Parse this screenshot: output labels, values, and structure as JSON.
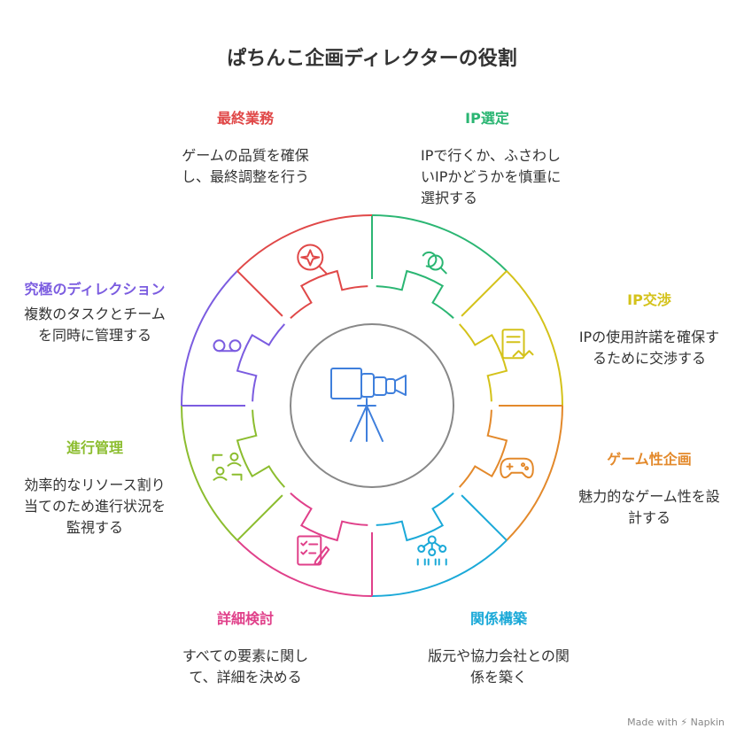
{
  "title": "ぱちんこ企画ディレクターの役割",
  "center": {
    "icon": "video-camera-on-tripod-icon"
  },
  "segments": [
    {
      "heading": "IP選定",
      "description": "IPで行くか、ふさわしいIPかどうかを慎重に選択する",
      "color": "#2bb673",
      "icon": "search-icon"
    },
    {
      "heading": "IP交渉",
      "description": "IPの使用許諾を確保するために交渉する",
      "color": "#d4c21a",
      "icon": "contract-handshake-icon"
    },
    {
      "heading": "ゲーム性企画",
      "description": "魅力的なゲーム性を設計する",
      "color": "#e3892b",
      "icon": "gamepad-icon"
    },
    {
      "heading": "関係構築",
      "description": "版元や協力会社との関係を築く",
      "color": "#1ba9d8",
      "icon": "network-people-icon"
    },
    {
      "heading": "詳細検討",
      "description": "すべての要素に関して、詳細を決める",
      "color": "#e0408a",
      "icon": "checklist-edit-icon"
    },
    {
      "heading": "進行管理",
      "description": "効率的なリソース割り当てのため進行状況を監視する",
      "color": "#8cbd2f",
      "icon": "people-swap-icon"
    },
    {
      "heading": "究極のディレクション",
      "description": "複数のタスクとチームを同時に管理する",
      "color": "#7b5ce0",
      "icon": "voicemail-icon"
    },
    {
      "heading": "最終業務",
      "description": "ゲームの品質を確保し、最終調整を行う",
      "color": "#e04848",
      "icon": "search-sparkle-icon"
    }
  ],
  "footer": "Made with ⚡ Napkin"
}
